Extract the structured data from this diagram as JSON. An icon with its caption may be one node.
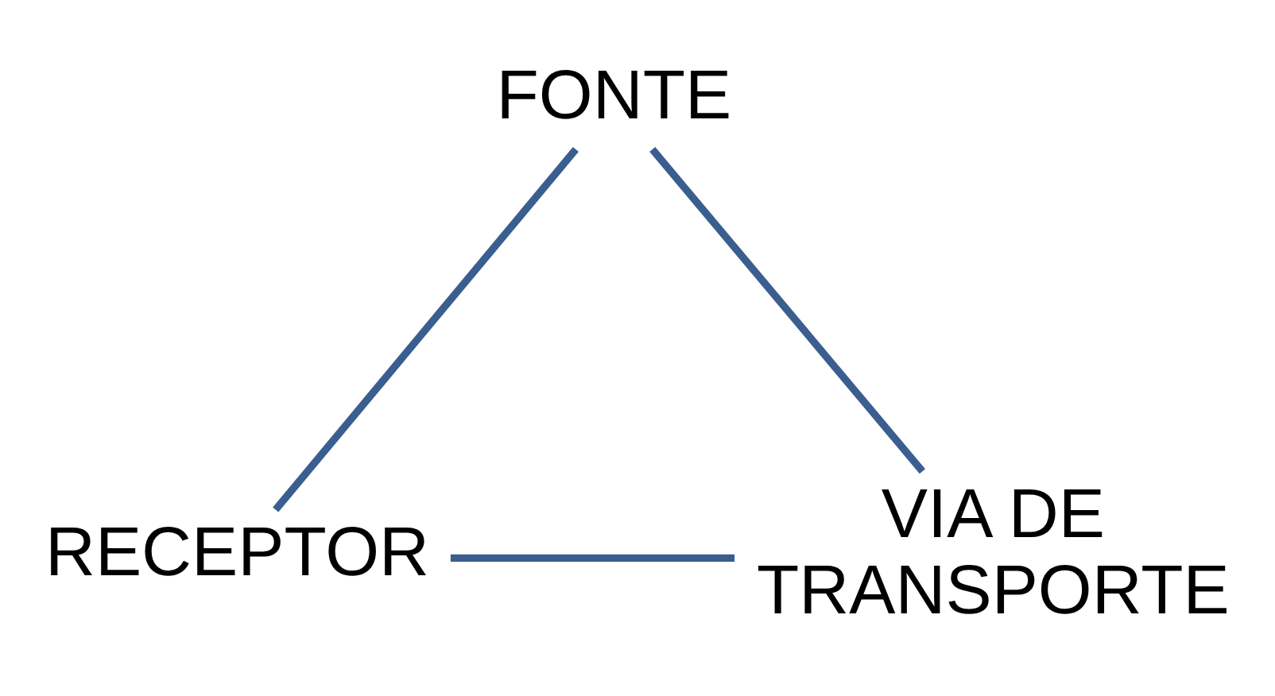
{
  "diagram": {
    "nodes": [
      {
        "text": [
          "FONTE"
        ]
      },
      {
        "text": [
          "VIA DE TRANSPORTE"
        ]
      },
      {
        "text": [
          "RECEPTOR"
        ]
      }
    ],
    "edges": [
      {
        "from": 0,
        "to": 2,
        "arrow": "none"
      },
      {
        "from": 2,
        "to": 1,
        "arrow": "none"
      },
      {
        "from": 1,
        "to": 0,
        "arrow": "none"
      }
    ]
  }
}
